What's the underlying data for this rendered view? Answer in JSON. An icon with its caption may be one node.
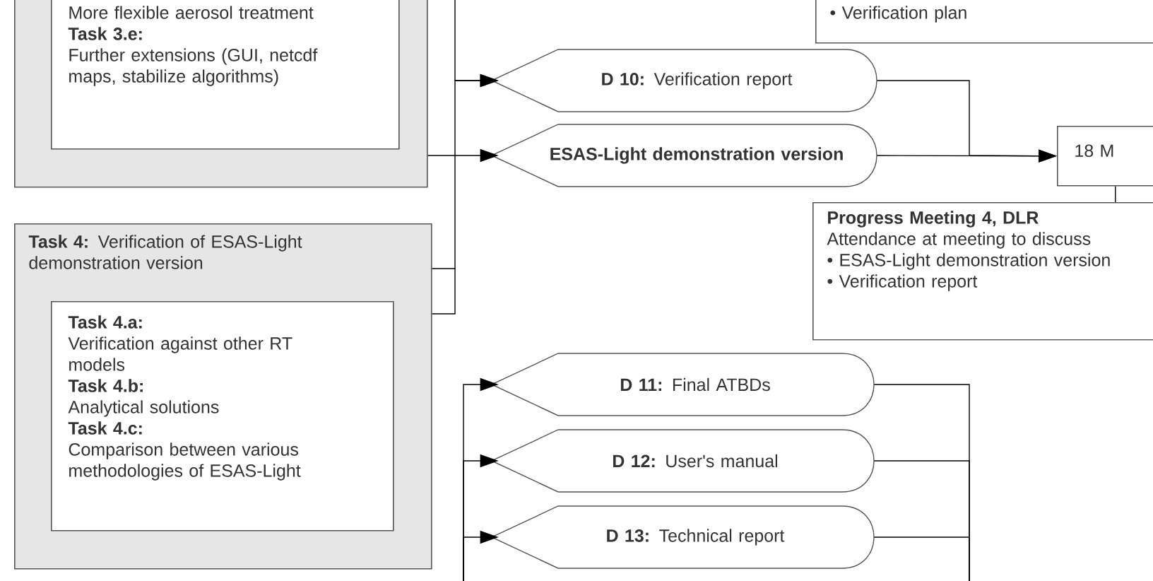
{
  "diagram": {
    "nodes": [
      {
        "text": [],
        "shape": "box"
      },
      {
        "text": [
          "More flexible aerosol treatment",
          "Task 3.e:",
          "Further extensions (GUI, netcdf maps, stabilize algorithms)"
        ],
        "in": 0
      },
      {
        "text": [
          "• Verification plan"
        ]
      },
      {
        "text": [
          "**D 10:** Verification report"
        ]
      },
      {
        "text": [
          "ESAS-Light demonstration version"
        ]
      },
      {
        "text": [
          "**Task 4:** Verification of ESAS-Light demonstration version"
        ]
      },
      {
        "text": [
          "Task 4.a:",
          "Verification against other RT models",
          "Task 4.b:",
          "Analytical solutions",
          "Task 4.c:",
          "Comparison between various methodologies of ESAS-Light"
        ],
        "in": 5
      },
      {
        "text": [
          "18 M"
        ]
      },
      {
        "text": [
          "Progress Meeting 4, DLR",
          "Attendance at meeting to discuss",
          "• ESAS-Light demonstration version",
          "• Verification report"
        ]
      },
      {
        "text": [
          "**D 11:** Final ATBDs"
        ]
      },
      {
        "text": [
          "**D 12:** User's manual"
        ]
      },
      {
        "text": [
          "**D 13:** Technical report"
        ]
      }
    ],
    "edges": [
      {
        "from": 0,
        "to": 4,
        "arrow": "to"
      },
      {
        "from": 5,
        "to": 3,
        "arrow": "to"
      },
      {
        "from": null,
        "to": 3,
        "arrow": "to"
      },
      {
        "from": 3,
        "to": 7,
        "arrow": "to"
      },
      {
        "from": 4,
        "to": 7,
        "arrow": "to"
      },
      {
        "from": 7,
        "to": 8,
        "arrow": "none"
      },
      {
        "from": null,
        "to": 9,
        "arrow": "to"
      },
      {
        "from": null,
        "to": 10,
        "arrow": "to"
      },
      {
        "from": null,
        "to": 11,
        "arrow": "to"
      },
      {
        "from": 9,
        "to": null,
        "arrow": "none"
      },
      {
        "from": 10,
        "to": null,
        "arrow": "none"
      },
      {
        "from": 11,
        "to": null,
        "arrow": "none"
      }
    ]
  }
}
